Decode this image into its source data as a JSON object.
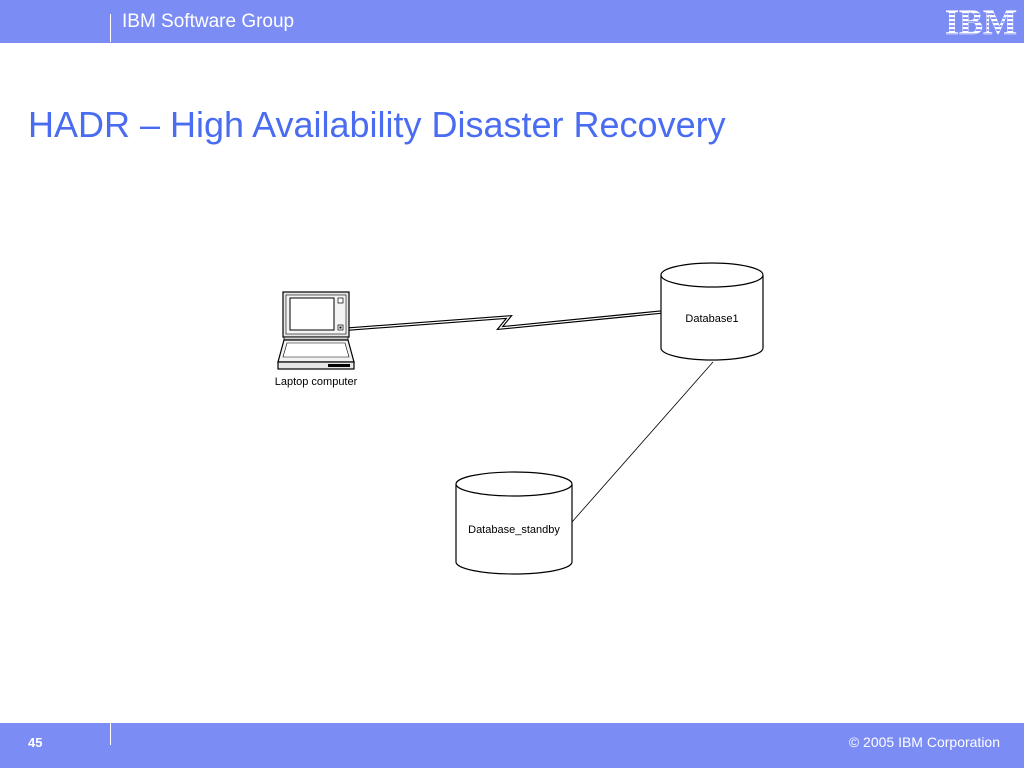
{
  "header": {
    "group_name": "IBM Software Group",
    "logo_text": "IBM"
  },
  "slide": {
    "title": "HADR – High Availability Disaster Recovery"
  },
  "diagram": {
    "nodes": [
      {
        "id": "laptop",
        "label": "Laptop computer",
        "icon": "laptop-icon"
      },
      {
        "id": "db1",
        "label": "Database1",
        "icon": "database-cylinder-icon"
      },
      {
        "id": "db2",
        "label": "Database_standby",
        "icon": "database-cylinder-icon"
      }
    ],
    "links": [
      {
        "from": "laptop",
        "to": "db1",
        "style": "lightning-bolt"
      },
      {
        "from": "db1",
        "to": "db2",
        "style": "thin-line"
      }
    ]
  },
  "footer": {
    "page_number": "45",
    "copyright": "© 2005 IBM Corporation"
  },
  "colors": {
    "bar": "#7b8cf4",
    "title": "#4a6cf0",
    "white": "#ffffff"
  }
}
